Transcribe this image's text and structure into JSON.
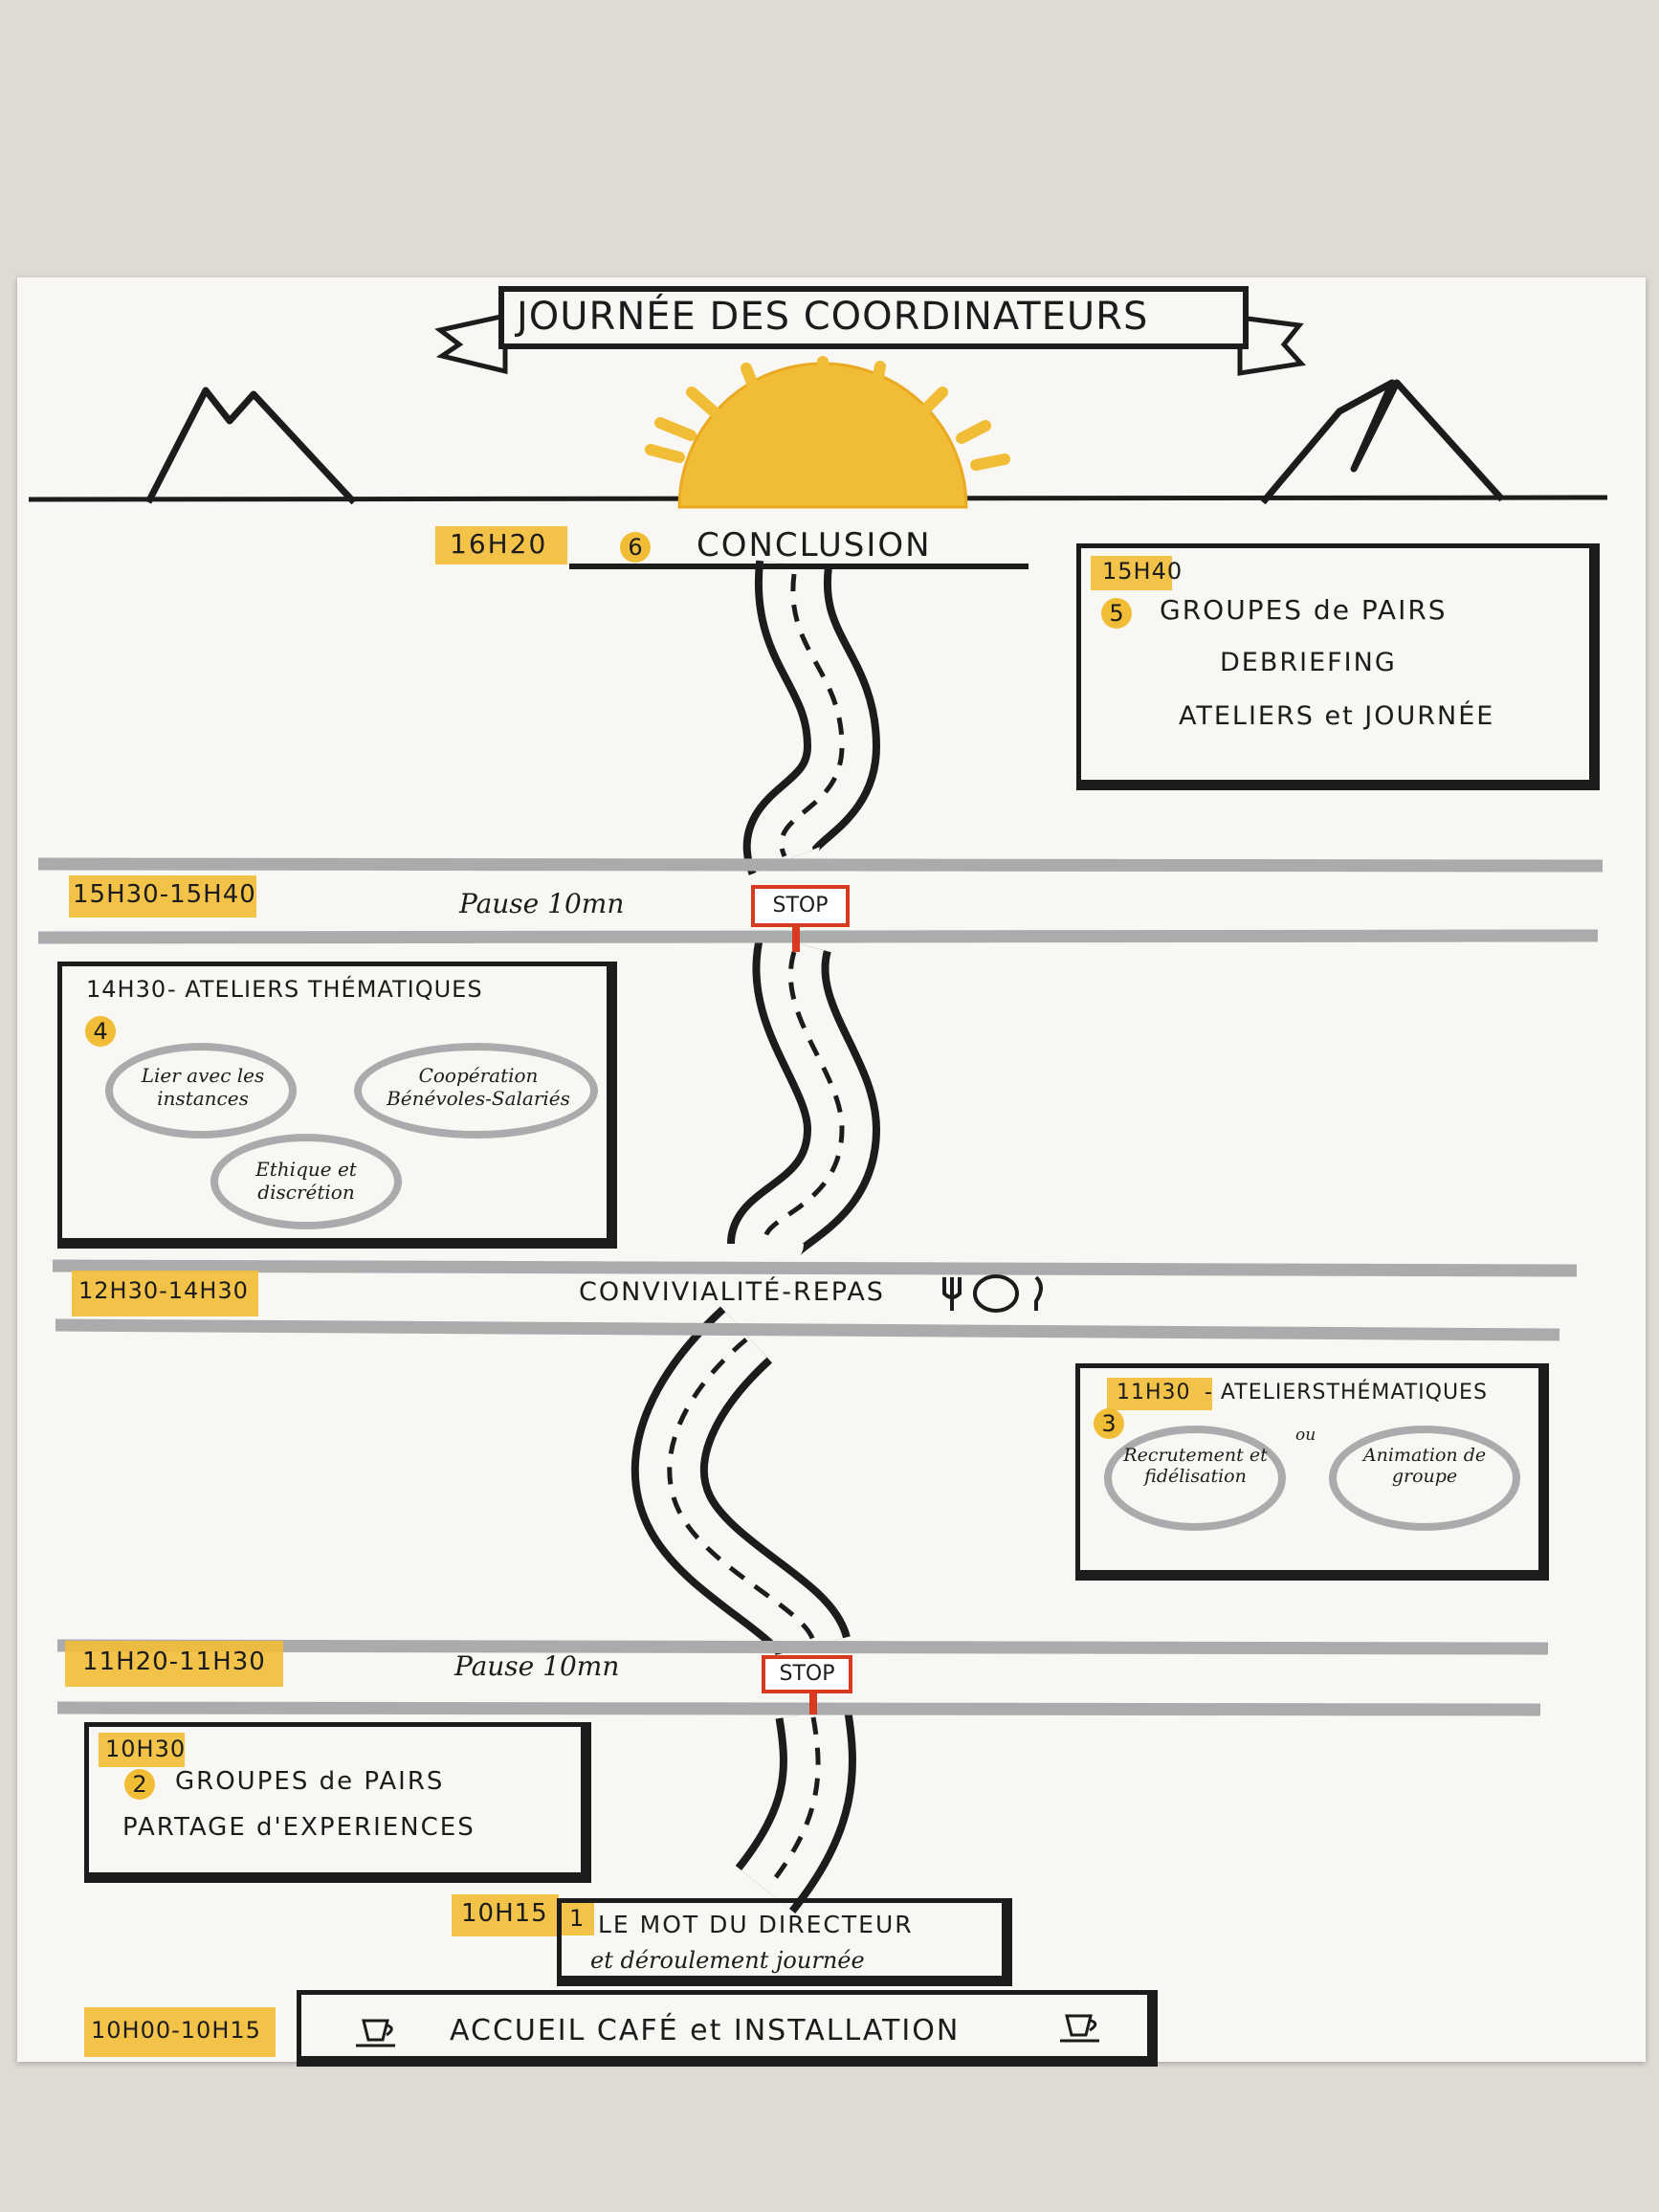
{
  "title": "JOURNÉE DES COORDINATEURS",
  "colors": {
    "highlight": "#f2bd36",
    "ink": "#1c1c1c",
    "road_band": "#a9abad",
    "stop": "#d73a1e",
    "sun": "#f2bd36"
  },
  "schedule": {
    "conclusion": {
      "time": "16H20",
      "number": "6",
      "label": "CONCLUSION"
    },
    "step5": {
      "time": "15H40",
      "number": "5",
      "lines": [
        "GROUPES de PAIRS",
        "DEBRIEFING",
        "ATELIERS et JOURNÉE"
      ]
    },
    "pause1": {
      "time": "15H30-15H40",
      "label": "Pause 10mn",
      "sign": "STOP"
    },
    "step4": {
      "time": "14H30",
      "heading": "- ATELIERS THÉMATIQUES",
      "number": "4",
      "tables": [
        "Lier avec les instances",
        "Coopération Bénévoles-Salariés",
        "Ethique et discrétion"
      ]
    },
    "lunch": {
      "time": "12H30-14H30",
      "label": "CONVIVIALITÉ-REPAS"
    },
    "step3": {
      "time": "11H30",
      "heading": "- ATELIERSTHÉMATIQUES",
      "number": "3",
      "tables": [
        "Recrutement et fidélisation",
        "Animation de groupe"
      ],
      "connector": "ou"
    },
    "pause2": {
      "time": "11H20-11H30",
      "label": "Pause 10mn",
      "sign": "STOP"
    },
    "step2": {
      "time": "10H30",
      "number": "2",
      "lines": [
        "GROUPES de PAIRS",
        "PARTAGE d'EXPERIENCES"
      ]
    },
    "step1": {
      "time": "10H15",
      "number": "1",
      "lines": [
        "LE MOT DU DIRECTEUR",
        "et déroulement journée"
      ]
    },
    "welcome": {
      "time": "10H00-10H15",
      "label": "ACCUEIL CAFÉ et INSTALLATION"
    }
  }
}
